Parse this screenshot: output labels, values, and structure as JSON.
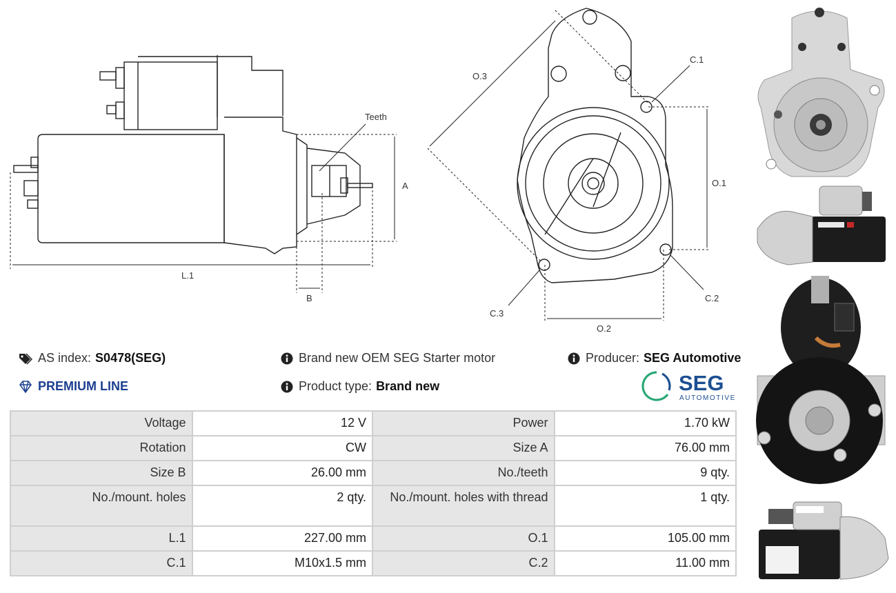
{
  "drawing": {
    "labels": {
      "teeth": "Teeth",
      "a": "A",
      "l1": "L.1",
      "b": "B",
      "o3": "O.3",
      "c1": "C.1",
      "o1": "O.1",
      "c2": "C.2",
      "c3": "C.3",
      "o2": "O.2"
    }
  },
  "info": {
    "as_index_label": "AS index:",
    "as_index_value": "S0478(SEG)",
    "premium": "PREMIUM LINE",
    "description": "Brand new OEM SEG Starter motor",
    "product_type_label": "Product type:",
    "product_type_value": "Brand new",
    "producer_label": "Producer:",
    "producer_value": "SEG Automotive"
  },
  "logo": {
    "name": "SEG",
    "sub": "AUTOMOTIVE",
    "colors": {
      "blue": "#1d4f91",
      "green": "#2aa876"
    }
  },
  "specs": {
    "rows": [
      {
        "k1": "Voltage",
        "v1": "12 V",
        "k2": "Power",
        "v2": "1.70 kW"
      },
      {
        "k1": "Rotation",
        "v1": "CW",
        "k2": "Size A",
        "v2": "76.00 mm"
      },
      {
        "k1": "Size B",
        "v1": "26.00 mm",
        "k2": "No./teeth",
        "v2": "9 qty."
      },
      {
        "k1": "No./mount. holes",
        "v1": "2 qty.",
        "k2": "No./mount. holes with thread",
        "v2": "1 qty."
      },
      {
        "k1": "L.1",
        "v1": "227.00 mm",
        "k2": "O.1",
        "v2": "105.00 mm"
      },
      {
        "k1": "C.1",
        "v1": "M10x1.5 mm",
        "k2": "C.2",
        "v2": "11.00 mm"
      }
    ]
  }
}
